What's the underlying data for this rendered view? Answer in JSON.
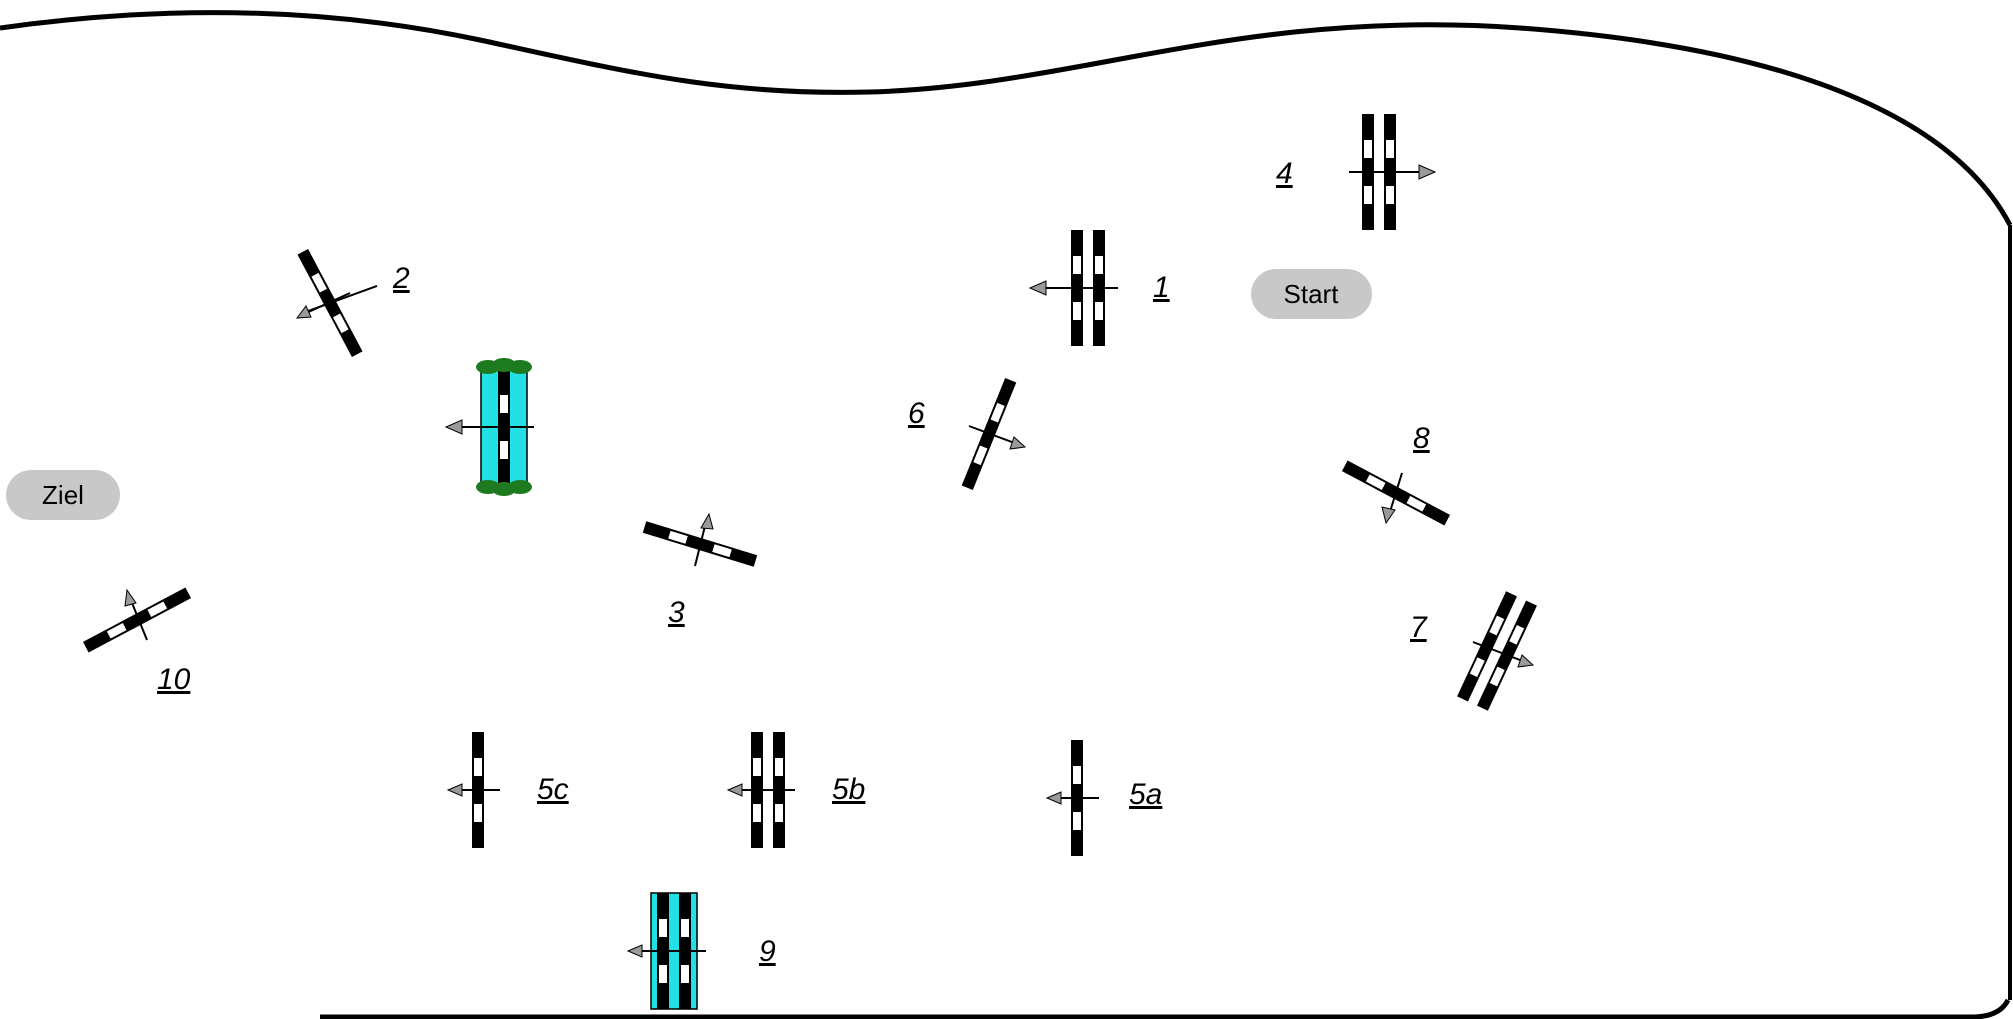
{
  "labels": {
    "start": "Start",
    "ziel": "Ziel"
  },
  "obstacles": [
    {
      "id": "1",
      "label": "1"
    },
    {
      "id": "2",
      "label": "2"
    },
    {
      "id": "3",
      "label": "3"
    },
    {
      "id": "4",
      "label": "4"
    },
    {
      "id": "5a",
      "label": "5a"
    },
    {
      "id": "5b",
      "label": "5b"
    },
    {
      "id": "5c",
      "label": "5c"
    },
    {
      "id": "6",
      "label": "6"
    },
    {
      "id": "7",
      "label": "7"
    },
    {
      "id": "8",
      "label": "8"
    },
    {
      "id": "9",
      "label": "9"
    },
    {
      "id": "10",
      "label": "10"
    }
  ],
  "colors": {
    "water": "#22e0e6",
    "hedge": "#1e7a1e",
    "arrow": "#9a9a9a",
    "pill": "#c8c8c8",
    "pole": "#000000"
  }
}
